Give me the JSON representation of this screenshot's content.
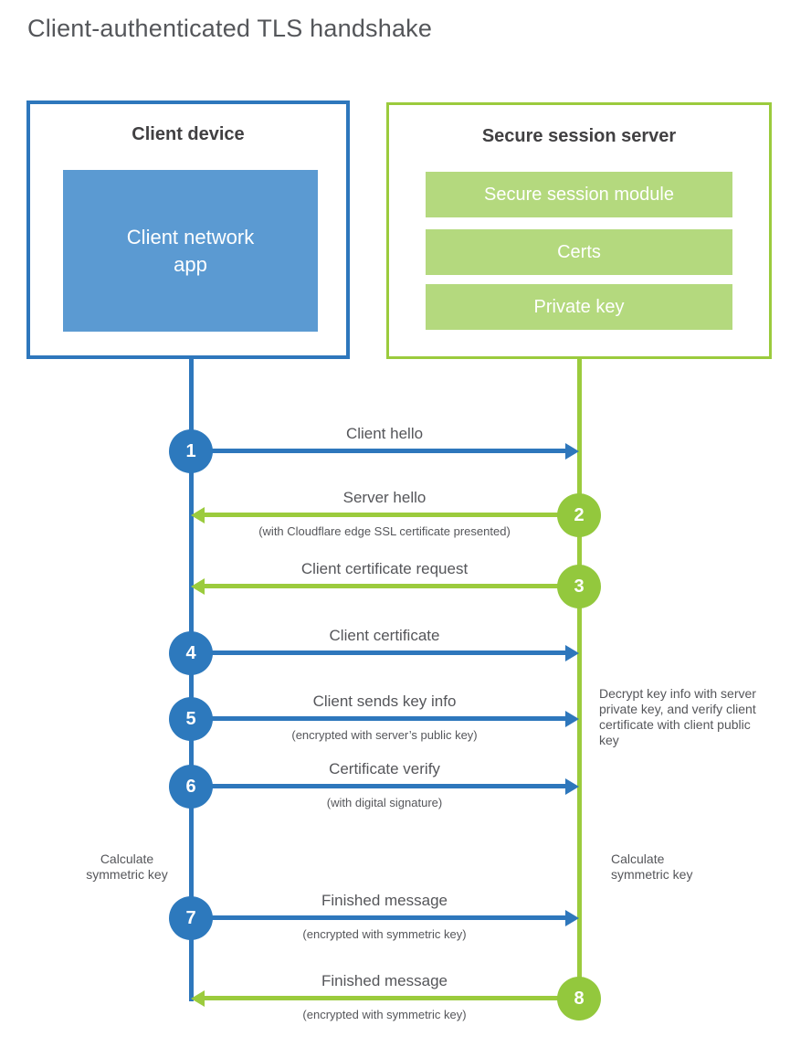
{
  "title": "Client-authenticated TLS handshake",
  "colors": {
    "blue": "#2e77bc",
    "blue_fill": "#5b9ad2",
    "green": "#9bcb3d",
    "green_fill": "#b4d97e",
    "heading_text": "#414042",
    "label_text": "#55565a"
  },
  "client": {
    "title": "Client device",
    "app_label": "Client network app"
  },
  "server": {
    "title": "Secure session server",
    "modules": [
      "Secure session module",
      "Certs",
      "Private key"
    ]
  },
  "messages": [
    {
      "number": "1",
      "from": "client",
      "label": "Client hello",
      "sublabel": ""
    },
    {
      "number": "2",
      "from": "server",
      "label": "Server hello",
      "sublabel": "(with Cloudflare edge SSL certificate presented)"
    },
    {
      "number": "3",
      "from": "server",
      "label": "Client certificate request",
      "sublabel": ""
    },
    {
      "number": "4",
      "from": "client",
      "label": "Client certificate",
      "sublabel": ""
    },
    {
      "number": "5",
      "from": "client",
      "label": "Client sends key info",
      "sublabel": "(encrypted with server’s public key)"
    },
    {
      "number": "6",
      "from": "client",
      "label": "Certificate verify",
      "sublabel": "(with digital signature)"
    },
    {
      "number": "7",
      "from": "client",
      "label": "Finished message",
      "sublabel": "(encrypted with symmetric key)"
    },
    {
      "number": "8",
      "from": "server",
      "label": "Finished message",
      "sublabel": "(encrypted with symmetric key)"
    }
  ],
  "notes": {
    "decrypt": "Decrypt key info with server private key, and verify client certificate with client public key",
    "calc_left": "Calculate symmetric key",
    "calc_right": "Calculate symmetric key"
  }
}
